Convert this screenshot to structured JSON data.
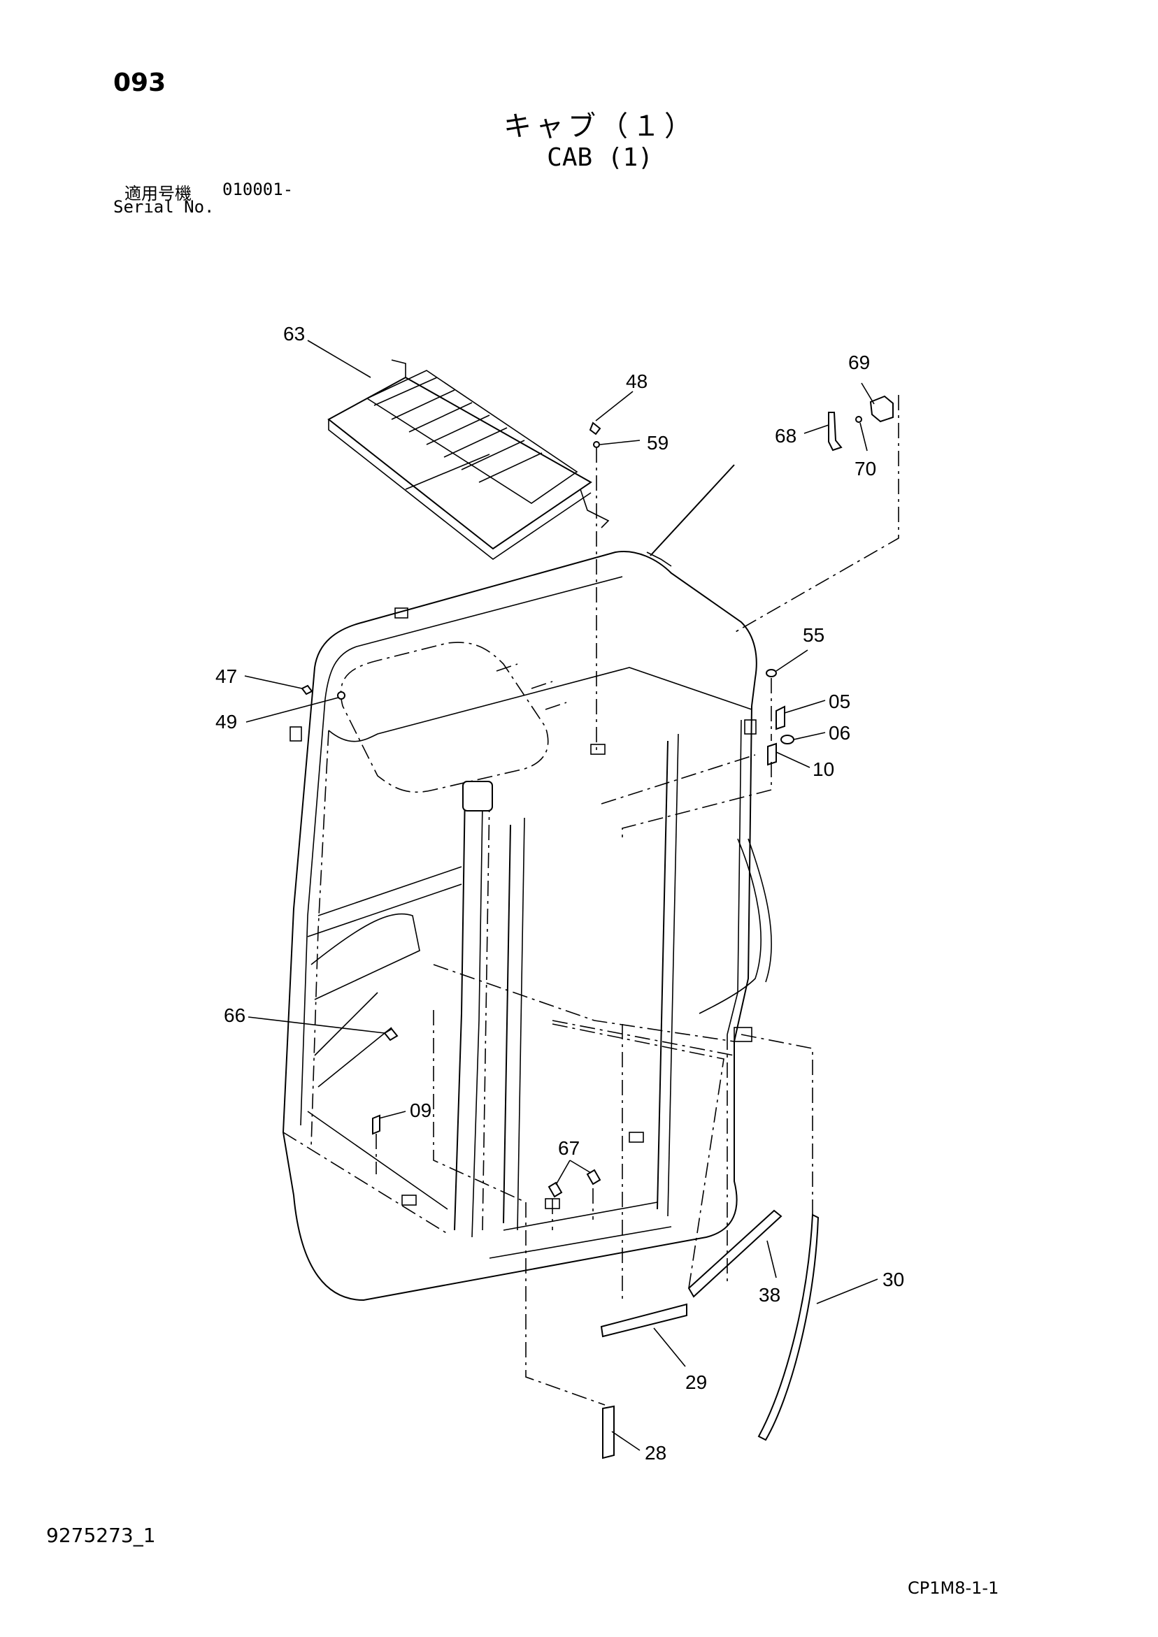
{
  "header": {
    "page_number": "093",
    "title_ja": "キャブ（１）",
    "title_en": "CAB (1)",
    "serial_label_ja": "適用号機",
    "serial_value": "010001-",
    "serial_label_en": "Serial No."
  },
  "footer": {
    "document_id": "9275273_1",
    "page_code": "CP1M8-1-1"
  },
  "callouts": {
    "c63": "63",
    "c48": "48",
    "c59": "59",
    "c69": "69",
    "c68": "68",
    "c70": "70",
    "c55": "55",
    "c05": "05",
    "c06": "06",
    "c10": "10",
    "c47": "47",
    "c49": "49",
    "c66": "66",
    "c09": "09",
    "c67": "67",
    "c38": "38",
    "c30": "30",
    "c29": "29",
    "c28": "28"
  }
}
